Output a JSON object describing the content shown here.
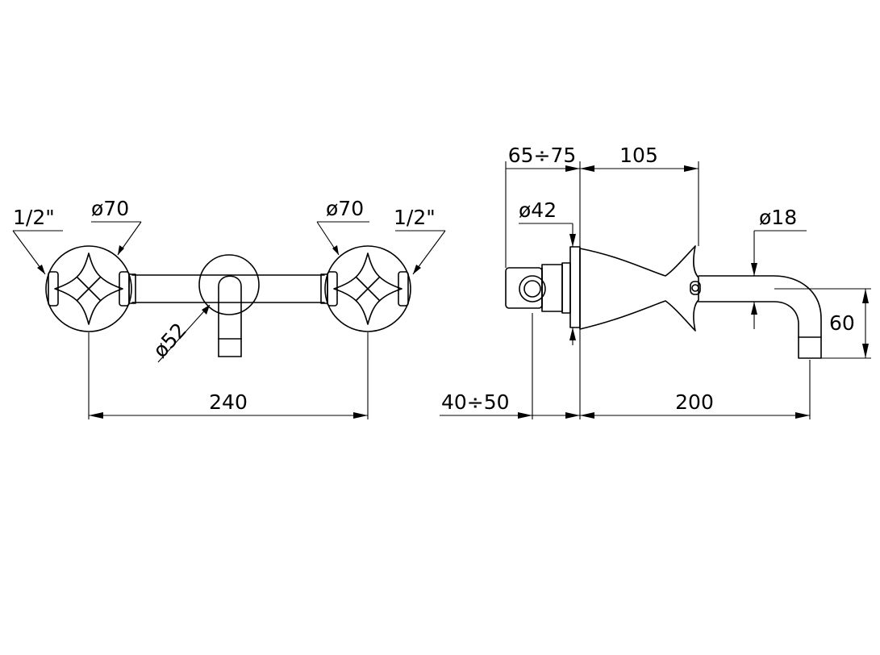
{
  "front_view": {
    "thread_left": "1/2\"",
    "diameter_handle_left": "ø70",
    "diameter_handle_right": "ø70",
    "thread_right": "1/2\"",
    "diameter_spout_flange": "ø52",
    "width_between_handles": "240"
  },
  "side_view": {
    "depth_body": "65÷75",
    "length_to_handle": "105",
    "diameter_rosette": "ø42",
    "diameter_spout": "ø18",
    "spout_drop": "60",
    "wall_depth": "40÷50",
    "spout_projection": "200"
  }
}
